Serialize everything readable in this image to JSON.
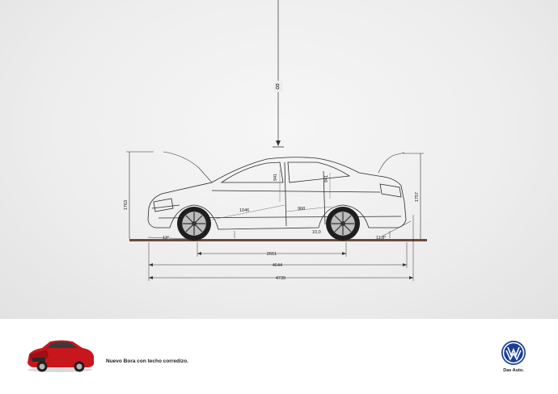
{
  "blueprint": {
    "roof_clearance": "∞",
    "dimensions": {
      "front_height": "1763",
      "rear_height": "1757",
      "wheelbase": "2651",
      "body_length": "4644",
      "overall_length": "4739",
      "approach_angle": "13°",
      "departure_angle": "11,8°",
      "ground_clearance": "10,0",
      "interior_length": "1046",
      "rear_seat_length": "968",
      "front_headroom": "941",
      "rear_headroom": "941"
    }
  },
  "footer": {
    "tagline": "Nuevo Bora con techo corredizo.",
    "slogan": "Das Auto."
  },
  "colors": {
    "background": "#eeeeee",
    "ground": "#6b4a3a",
    "car_red": "#c8161d",
    "vw_blue": "#1c3f94"
  }
}
